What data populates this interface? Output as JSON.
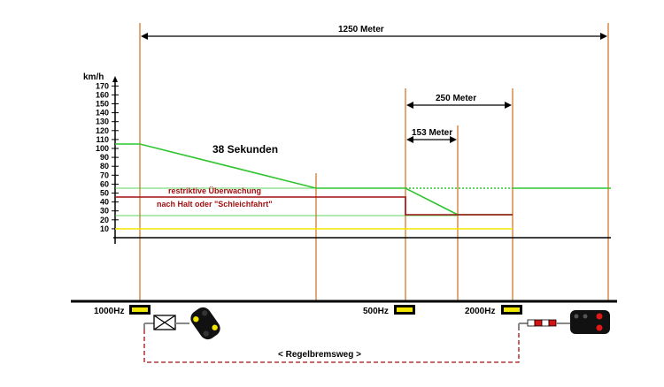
{
  "y_axis": {
    "unit": "km/h",
    "ticks": [
      10,
      20,
      30,
      40,
      50,
      60,
      70,
      80,
      90,
      100,
      110,
      120,
      130,
      140,
      150,
      160,
      170
    ]
  },
  "dimensions": {
    "total": "1250 Meter",
    "d250": "250 Meter",
    "d153": "153 Meter"
  },
  "annotations": {
    "seconds": "38 Sekunden",
    "restrictive": "restriktive Überwachung",
    "after_stop": "nach Halt oder \"Schleichfahrt\""
  },
  "magnets": {
    "m1000": "1000Hz",
    "m500": "500Hz",
    "m2000": "2000Hz"
  },
  "braking_distance": "< Regelbremsweg >",
  "colors": {
    "green": "#2ec52e",
    "red": "#a01010",
    "yellow": "#f2e600",
    "orange": "#d98a4a",
    "black": "#000000"
  }
}
